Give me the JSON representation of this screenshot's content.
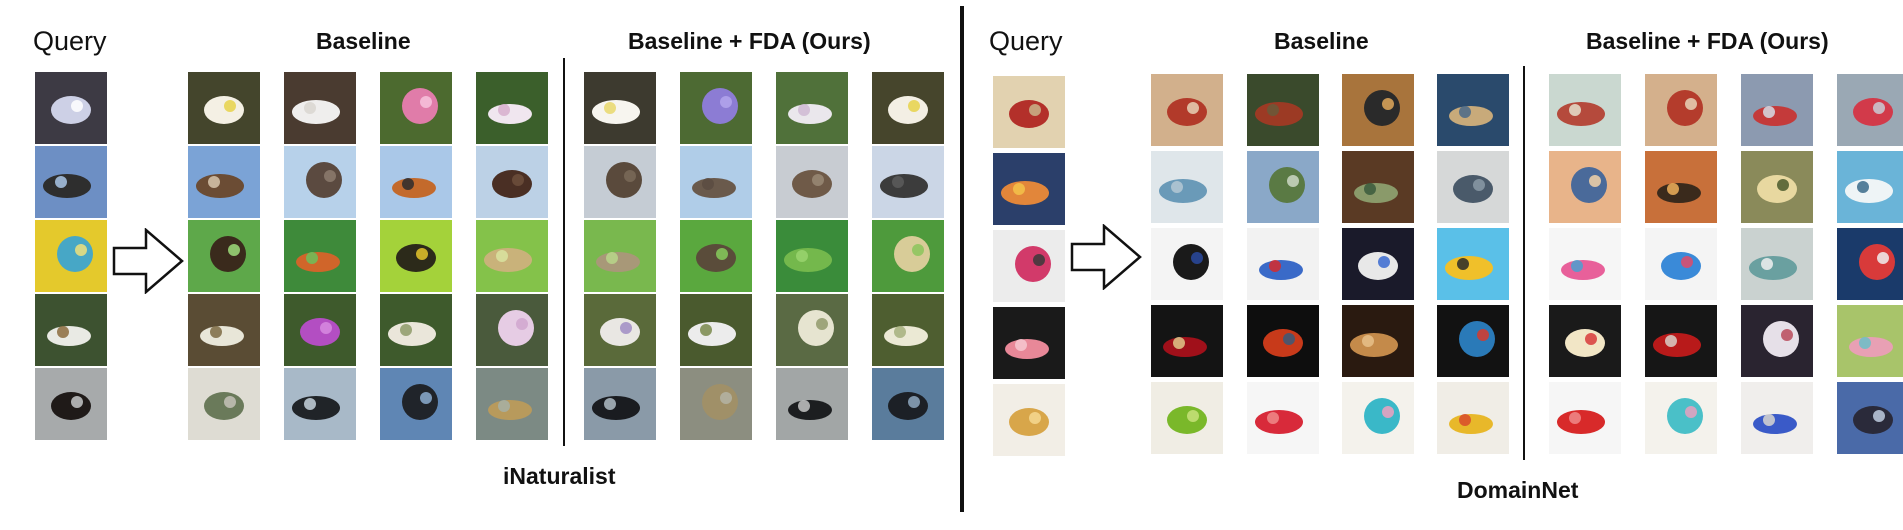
{
  "panels": [
    {
      "id": "inaturalist",
      "query_label": "Query",
      "baseline_label": "Baseline",
      "fda_label": "Baseline + FDA (Ours)",
      "dataset_label": "iNaturalist",
      "rows": [
        {
          "q": [
            "#3d3a44",
            "#cdd0e6",
            "#ffffff"
          ],
          "b": [
            [
              "#44452c",
              "#f4f0e4",
              "#e6d24a"
            ],
            [
              "#4a3b30",
              "#efeeed",
              "#d9d6d0"
            ],
            [
              "#4c6a2f",
              "#e07ca9",
              "#f7c3dd"
            ],
            [
              "#3b5f2b",
              "#f0e6ef",
              "#d7aecd"
            ]
          ],
          "f": [
            [
              "#3d3a2f",
              "#f7f5ef",
              "#e9d86c"
            ],
            [
              "#4d6a33",
              "#8c7cd4",
              "#b3a6ec"
            ],
            [
              "#50713a",
              "#eae7ec",
              "#cfb9d4"
            ],
            [
              "#46452c",
              "#f3efe4",
              "#e6d24a"
            ]
          ]
        },
        {
          "q": [
            "#6d8fc4",
            "#2e2e2e",
            "#a9c6e6"
          ],
          "b": [
            [
              "#7ba3d6",
              "#6b4c34",
              "#d7c6ad"
            ],
            [
              "#b7d1ea",
              "#5b4a40",
              "#8d7b6e"
            ],
            [
              "#aac8e8",
              "#c36a2c",
              "#2d2c2e"
            ],
            [
              "#bcd1e6",
              "#4a2f24",
              "#6d4f3c"
            ]
          ],
          "f": [
            [
              "#c5ccd4",
              "#5a4a3c",
              "#7a6a58"
            ],
            [
              "#b0cde8",
              "#6a5a4c",
              "#5a4c42"
            ],
            [
              "#c8ccd2",
              "#6f5a48",
              "#9a8a76"
            ],
            [
              "#cbd6e6",
              "#3c3c3c",
              "#5c5c5c"
            ]
          ]
        },
        {
          "q": [
            "#e4c92c",
            "#47a7c6",
            "#f0e07a"
          ],
          "b": [
            [
              "#5ea84a",
              "#3a2a1c",
              "#9edd7a"
            ],
            [
              "#3e8a3a",
              "#d0652a",
              "#6cc05a"
            ],
            [
              "#a4d23a",
              "#2c2a1a",
              "#e5c62c"
            ],
            [
              "#84c24a",
              "#c9b27a",
              "#d9e3a0"
            ]
          ],
          "f": [
            [
              "#79b84e",
              "#a89878",
              "#b8d68a"
            ],
            [
              "#5aa83e",
              "#5a4c3a",
              "#86cc5c"
            ],
            [
              "#3a8c3a",
              "#74b84c",
              "#9ad46e"
            ],
            [
              "#4e9a3c",
              "#d8cc98",
              "#8cc45c"
            ]
          ]
        },
        {
          "q": [
            "#3d5230",
            "#e9eae4",
            "#8c6c3e"
          ],
          "b": [
            [
              "#5a4c34",
              "#e8e6d8",
              "#7d6a44"
            ],
            [
              "#3e5a2c",
              "#b34ec2",
              "#d78be0"
            ],
            [
              "#3e5a2c",
              "#eae6da",
              "#8e9a68"
            ],
            [
              "#4a5a3c",
              "#e6cce4",
              "#d0a6cf"
            ]
          ],
          "f": [
            [
              "#5a6a3a",
              "#e9e7e3",
              "#a08cc4"
            ],
            [
              "#4a5a2e",
              "#ececec",
              "#7a8a4c"
            ],
            [
              "#5a6a44",
              "#e6e4d0",
              "#909a6c"
            ],
            [
              "#4e5e30",
              "#ebe9d4",
              "#a6b07c"
            ]
          ]
        },
        {
          "q": [
            "#a7aaab",
            "#1f1a18",
            "#c6c8c8"
          ],
          "b": [
            [
              "#dedcd3",
              "#6a7a5a",
              "#c4c2b8"
            ],
            [
              "#a8b9c8",
              "#202428",
              "#c6d2dc"
            ],
            [
              "#5f86b4",
              "#20242a",
              "#8cadd0"
            ],
            [
              "#7c8a84",
              "#b89a5c",
              "#a6b0a4"
            ]
          ],
          "f": [
            [
              "#8a9aa8",
              "#1a1c20",
              "#b0bcc6"
            ],
            [
              "#8c8e80",
              "#a09068",
              "#b4b4a4"
            ],
            [
              "#a2a6a6",
              "#1c1e20",
              "#c4c6c6"
            ],
            [
              "#5a7c9c",
              "#1c2026",
              "#8ea8c0"
            ]
          ]
        }
      ]
    },
    {
      "id": "domainnet",
      "query_label": "Query",
      "baseline_label": "Baseline",
      "fda_label": "Baseline + FDA (Ours)",
      "dataset_label": "DomainNet",
      "rows": [
        {
          "q": [
            "#e2d2b0",
            "#b3302a",
            "#c9b48a"
          ],
          "b": [
            [
              "#d2b08c",
              "#b23a2a",
              "#e6d2b6"
            ],
            [
              "#3a4a2c",
              "#9c3a24",
              "#6a5a3a"
            ],
            [
              "#a8743c",
              "#2a2a2a",
              "#e0a85a"
            ],
            [
              "#2a4a6c",
              "#c8aa7a",
              "#4a6a8a"
            ]
          ],
          "f": [
            [
              "#cad8d0",
              "#b54a3c",
              "#e5e0cc"
            ],
            [
              "#d4b08c",
              "#b43c2c",
              "#e8d4b8"
            ],
            [
              "#8c9ab0",
              "#c43a3a",
              "#d6dde6"
            ],
            [
              "#9aa8b4",
              "#d23a4a",
              "#c9ced6"
            ]
          ]
        },
        {
          "q": [
            "#2b3f6a",
            "#e2863a",
            "#f3c24a"
          ],
          "b": [
            [
              "#dfe6ea",
              "#6a9ab8",
              "#b4c8d4"
            ],
            [
              "#8aa8c8",
              "#5a7a44",
              "#cdd8c4"
            ],
            [
              "#5a3a24",
              "#8a9a6a",
              "#3a5a3c"
            ],
            [
              "#d6d8d8",
              "#4a5a6a",
              "#8a9aa6"
            ]
          ],
          "f": [
            [
              "#e8b48a",
              "#4a6a9a",
              "#f2d2a8"
            ],
            [
              "#c8703a",
              "#3a2a1c",
              "#f0b05a"
            ],
            [
              "#8a8a5a",
              "#e8d8a0",
              "#4a5a2c"
            ],
            [
              "#6ab4d8",
              "#eef4f6",
              "#3a6a8a"
            ]
          ]
        },
        {
          "q": [
            "#ececec",
            "#d23a6a",
            "#3a3a3a"
          ],
          "b": [
            [
              "#f4f4f4",
              "#1a1a1a",
              "#2a4aa0"
            ],
            [
              "#f2f2f2",
              "#3a6ac8",
              "#d82a2a"
            ],
            [
              "#1a1a2a",
              "#e8e8e8",
              "#3a6ad0"
            ],
            [
              "#5ac0e8",
              "#f0c02a",
              "#2a2a2a"
            ]
          ],
          "f": [
            [
              "#f6f6f6",
              "#e8609a",
              "#4aa0d0"
            ],
            [
              "#f4f4f4",
              "#3a8ad8",
              "#e04a6a"
            ],
            [
              "#cad2d0",
              "#6aa0a0",
              "#f0f0f0"
            ],
            [
              "#1a3a6a",
              "#d83a3a",
              "#f0f0f0"
            ]
          ]
        },
        {
          "q": [
            "#1a1a1a",
            "#e88898",
            "#f6c8d0"
          ],
          "b": [
            [
              "#141414",
              "#a0101a",
              "#e0c88a"
            ],
            [
              "#0e0e0e",
              "#c83a1a",
              "#3a5a7a"
            ],
            [
              "#2a1a10",
              "#c48a4a",
              "#e8c08a"
            ],
            [
              "#121212",
              "#2a7ab8",
              "#d83a2a"
            ]
          ],
          "f": [
            [
              "#1a1a1a",
              "#f2e6c6",
              "#d83a3a"
            ],
            [
              "#161616",
              "#b81a1a",
              "#d8d0c8"
            ],
            [
              "#2a2430",
              "#e6e0e8",
              "#b84a5a"
            ],
            [
              "#a8c46a",
              "#e8a0b4",
              "#6ac0c8"
            ]
          ]
        },
        {
          "q": [
            "#f2eee6",
            "#d8a64a",
            "#f6d890"
          ],
          "b": [
            [
              "#f0ede4",
              "#7ab82a",
              "#c8e07a"
            ],
            [
              "#f6f6f6",
              "#d82a3a",
              "#f08a8a"
            ],
            [
              "#f4f2ec",
              "#3ab8c8",
              "#f0a0c0"
            ],
            [
              "#f0ede6",
              "#e8b82a",
              "#d84a2a"
            ]
          ],
          "f": [
            [
              "#f6f6f6",
              "#d82a2a",
              "#f08a8a"
            ],
            [
              "#f4f2ec",
              "#4ac0c8",
              "#e8a0c0"
            ],
            [
              "#f0eeec",
              "#3a5ac8",
              "#d8d6d0"
            ],
            [
              "#4a6aa8",
              "#2a2a3a",
              "#c0cce0"
            ]
          ]
        }
      ]
    }
  ]
}
